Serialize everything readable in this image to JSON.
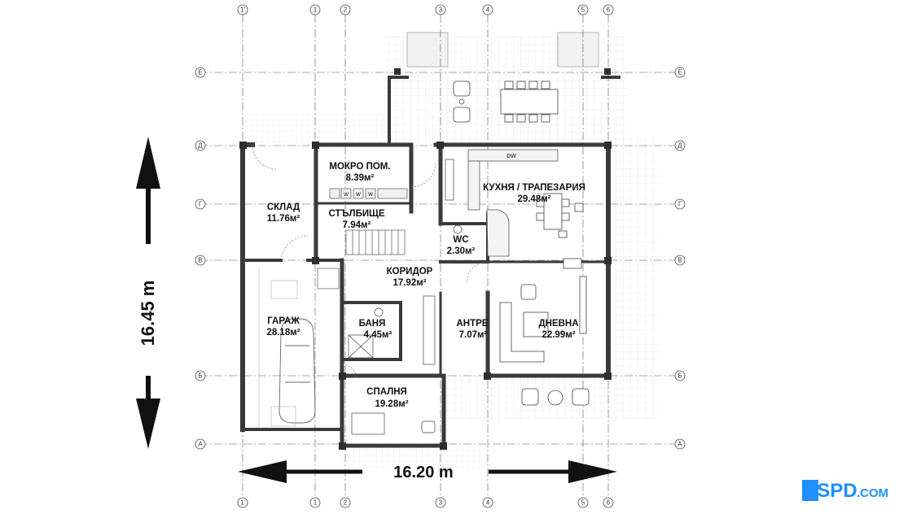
{
  "rooms": [
    {
      "name": "МОКРО ПОМ.",
      "area": "8.39м²"
    },
    {
      "name": "СКЛАД",
      "area": "11.76м²"
    },
    {
      "name": "СТЪЛБИЩЕ",
      "area": "7.94м²"
    },
    {
      "name": "КУХНЯ / ТРАПЕЗАРИЯ",
      "area": "29.48м²"
    },
    {
      "name": "WC",
      "area": "2.30м²"
    },
    {
      "name": "КОРИДОР",
      "area": "17.92м²"
    },
    {
      "name": "ГАРАЖ",
      "area": "28.18м²"
    },
    {
      "name": "БАНЯ",
      "area": "4.45м²"
    },
    {
      "name": "АНТРЕ",
      "area": "7.07м²"
    },
    {
      "name": "ДНЕВНА",
      "area": "22.99м²"
    },
    {
      "name": "СПАЛНЯ",
      "area": "19.28м²"
    }
  ],
  "axes": {
    "vertical": [
      "1'",
      "1",
      "2",
      "3",
      "4",
      "5",
      "6"
    ],
    "horizontal": [
      "Е",
      "Д",
      "Г",
      "В",
      "Б",
      "А"
    ]
  },
  "appliances": {
    "dw": "DW",
    "washer": "W"
  },
  "dimensions": {
    "height": "16.45 m",
    "width": "16.20 m"
  },
  "logo": {
    "text_main": "1SPD",
    "text_suffix": ".COM",
    "color": "#1e90ff"
  },
  "colors": {
    "wall": "#3a3a3a",
    "grid": "#d8d8d8",
    "axis": "#444444",
    "arrow": "#111111"
  }
}
